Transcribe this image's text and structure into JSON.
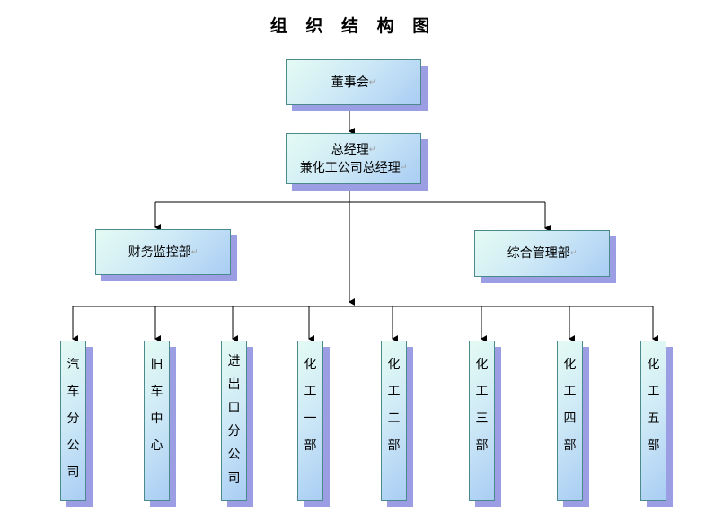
{
  "title": "组 织 结 构 图",
  "nodes": {
    "board": "董事会",
    "gm_line1": "总经理",
    "gm_line2": "兼化工公司总经理",
    "finance": "财务监控部",
    "admin": "综合管理部",
    "auto": [
      "汽",
      "车",
      "分",
      "公",
      "司"
    ],
    "used_car": [
      "旧",
      "车",
      "中",
      "心"
    ],
    "import_export": [
      "进",
      "出",
      "口",
      "分",
      "公",
      "司"
    ],
    "chem1": [
      "化",
      "工",
      "一",
      "部"
    ],
    "chem2": [
      "化",
      "工",
      "二",
      "部"
    ],
    "chem3": [
      "化",
      "工",
      "三",
      "部"
    ],
    "chem4": [
      "化",
      "工",
      "四",
      "部"
    ],
    "chem5": [
      "化",
      "工",
      "五",
      "部"
    ]
  },
  "colors": {
    "border": "#4a8a8a",
    "fill_light": "#e4fbf3",
    "fill_dark": "#a9cdf4",
    "shadow": "#9b9ee3"
  }
}
